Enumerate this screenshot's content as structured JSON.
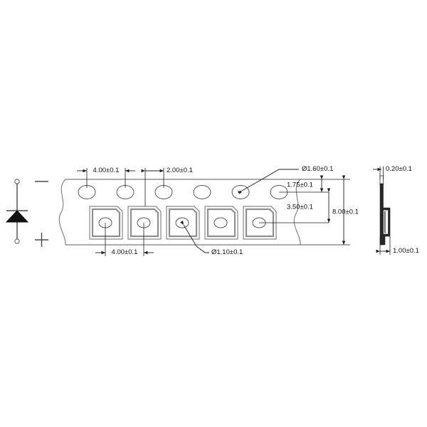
{
  "drawing": {
    "title": "SMD tape and reel carrier dimensional drawing",
    "units_note": "",
    "line_color": "#5a5a5a",
    "dim_color": "#1d1d1d",
    "background": "#ffffff"
  },
  "symbol": {
    "name": "diode-symbol",
    "cathode_marker": "—",
    "anode_marker": "+",
    "terminal_count": 2
  },
  "top_view": {
    "name": "tape-top-view",
    "sprocket_hole_count": 6,
    "pocket_count": 5,
    "pocket_chamfer_corner": "top-right"
  },
  "dimensions": {
    "pitch_sprocket": "4.00±0.1",
    "offset_sprocket_to_pocket": "2.00±0.1",
    "pitch_pocket": "4.00±0.1",
    "sprocket_hole_dia": "Ø1.60±0.1",
    "pocket_hole_dia": "Ø1.10±0.1",
    "edge_to_sprocket_center": "1.75±0.1",
    "sprocket_to_pocket_center": "3.50±0.1",
    "tape_width": "8.00±0.1",
    "tape_thickness": "0.20±0.1",
    "pocket_depth": "1.00±0.1"
  },
  "side_view": {
    "name": "tape-side-view",
    "top_dim": "0.20±0.1",
    "bottom_dim": "1.00±0.1"
  }
}
